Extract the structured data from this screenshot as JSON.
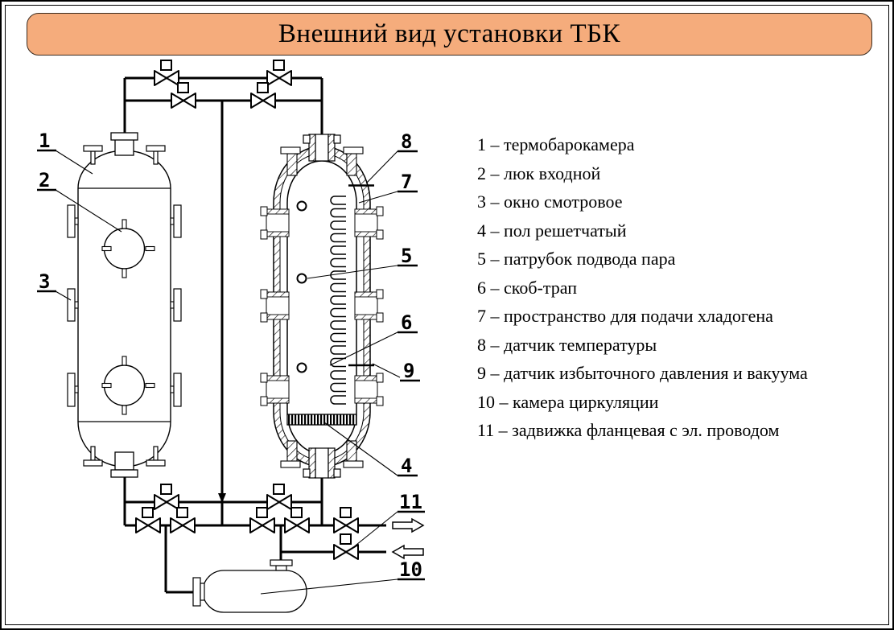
{
  "title": "Внешний вид установки ТБК",
  "colors": {
    "title_bg": "#F5AC7C",
    "title_border": "#3b2b1e",
    "line": "#000000",
    "background": "#ffffff"
  },
  "legend": {
    "items": [
      "1 – термобарокамера",
      "2 – люк входной",
      "3 – окно смотровое",
      "4 – пол решетчатый",
      "5 – патрубок подвода пара",
      "6 – скоб-трап",
      "7 – пространство для подачи хладогена",
      "8 – датчик температуры",
      "9 – датчик избыточного давления и вакуума",
      "10 – камера циркуляции",
      "11 – задвижка фланцевая с эл. проводом"
    ]
  },
  "callouts": {
    "c1": "1",
    "c2": "2",
    "c3": "3",
    "c4": "4",
    "c5": "5",
    "c6": "6",
    "c7": "7",
    "c8": "8",
    "c9": "9",
    "c10": "10",
    "c11": "11"
  }
}
